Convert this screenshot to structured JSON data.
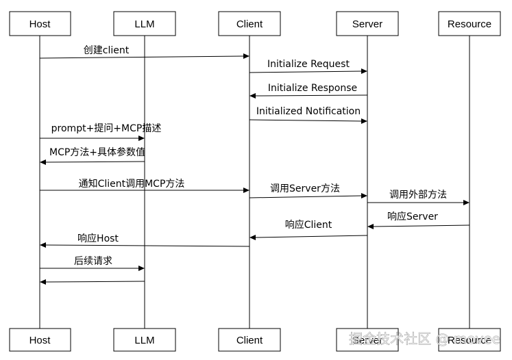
{
  "participants": [
    {
      "id": "host",
      "label": "Host"
    },
    {
      "id": "llm",
      "label": "LLM"
    },
    {
      "id": "client",
      "label": "Client"
    },
    {
      "id": "server",
      "label": "Server"
    },
    {
      "id": "resource",
      "label": "Resource"
    }
  ],
  "messages": [
    {
      "from": "host",
      "to": "client",
      "label": "创建client"
    },
    {
      "from": "client",
      "to": "server",
      "label": "Initialize Request"
    },
    {
      "from": "server",
      "to": "client",
      "label": "Initialize Response"
    },
    {
      "from": "client",
      "to": "server",
      "label": "Initialized Notification"
    },
    {
      "from": "host",
      "to": "llm",
      "label": "prompt+提问+MCP描述"
    },
    {
      "from": "llm",
      "to": "host",
      "label": "MCP方法+具体参数值"
    },
    {
      "from": "host",
      "to": "client",
      "label": "通知Client调用MCP方法"
    },
    {
      "from": "client",
      "to": "server",
      "label": "调用Server方法"
    },
    {
      "from": "server",
      "to": "resource",
      "label": "调用外部方法"
    },
    {
      "from": "resource",
      "to": "server",
      "label": "响应Server"
    },
    {
      "from": "server",
      "to": "client",
      "label": "响应Client"
    },
    {
      "from": "client",
      "to": "host",
      "label": "响应Host"
    },
    {
      "from": "host",
      "to": "llm",
      "label": "后续请求"
    },
    {
      "from": "llm",
      "to": "host",
      "label": ""
    }
  ],
  "watermark": "掘金技术社区 @ movee"
}
